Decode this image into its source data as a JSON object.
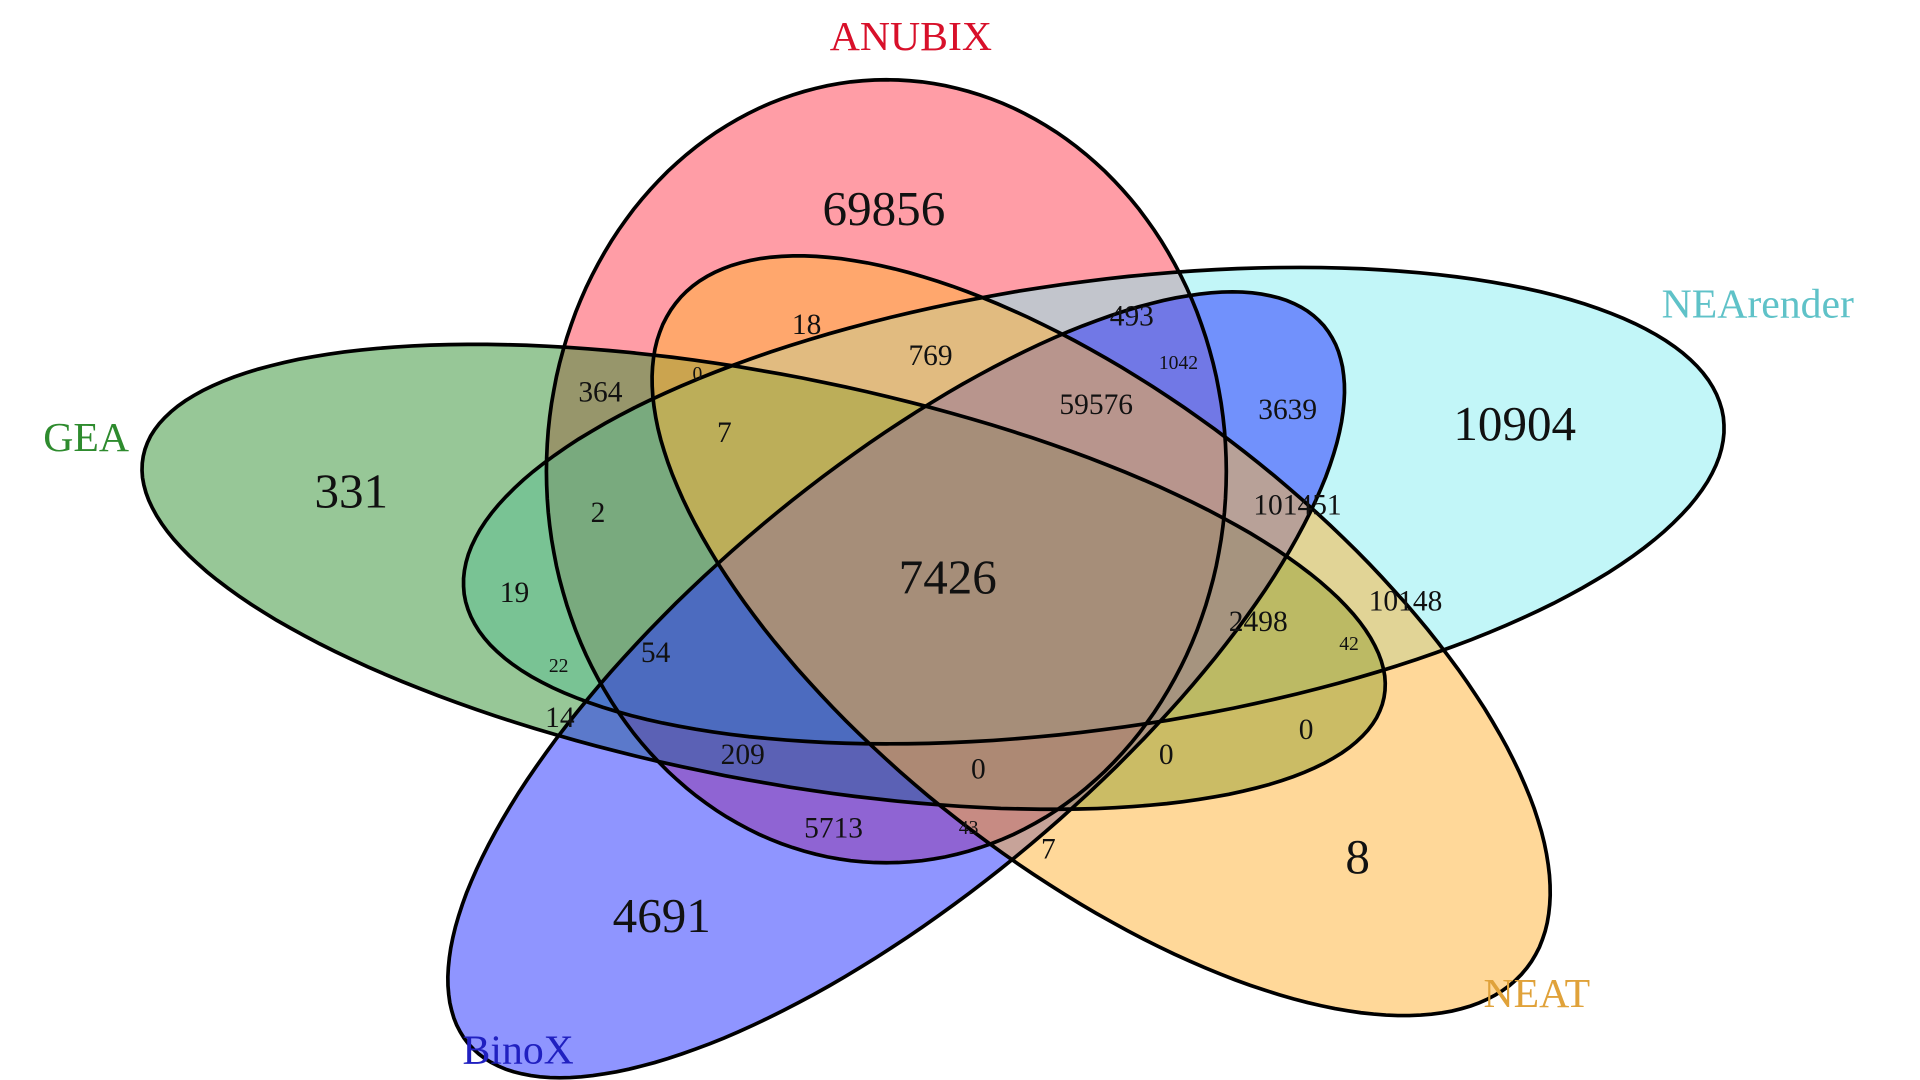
{
  "chart_data": {
    "type": "venn",
    "title": "",
    "sets": [
      {
        "name": "ANUBIX",
        "color": "#ff3b4e",
        "label_color": "#d8102a"
      },
      {
        "name": "NEArender",
        "color": "#86eef2",
        "label_color": "#5fc2c8"
      },
      {
        "name": "GEA",
        "color": "#2f8f2f",
        "label_color": "#2e8b2e"
      },
      {
        "name": "BinoX",
        "color": "#1f2cff",
        "label_color": "#2020c0"
      },
      {
        "name": "NEAT",
        "color": "#ffb233",
        "label_color": "#e0a23a"
      }
    ],
    "regions": [
      {
        "value": "69856"
      },
      {
        "value": "18"
      },
      {
        "value": "493"
      },
      {
        "value": "364"
      },
      {
        "value": "0"
      },
      {
        "value": "769"
      },
      {
        "value": "1042"
      },
      {
        "value": "59576"
      },
      {
        "value": "3639"
      },
      {
        "value": "10904"
      },
      {
        "value": "331"
      },
      {
        "value": "7"
      },
      {
        "value": "2"
      },
      {
        "value": "101451"
      },
      {
        "value": "7426"
      },
      {
        "value": "19"
      },
      {
        "value": "10148"
      },
      {
        "value": "2498"
      },
      {
        "value": "42"
      },
      {
        "value": "22"
      },
      {
        "value": "54"
      },
      {
        "value": "14"
      },
      {
        "value": "0"
      },
      {
        "value": "209"
      },
      {
        "value": "0"
      },
      {
        "value": "0"
      },
      {
        "value": "5713"
      },
      {
        "value": "43"
      },
      {
        "value": "7"
      },
      {
        "value": "8"
      },
      {
        "value": "4691"
      }
    ]
  }
}
